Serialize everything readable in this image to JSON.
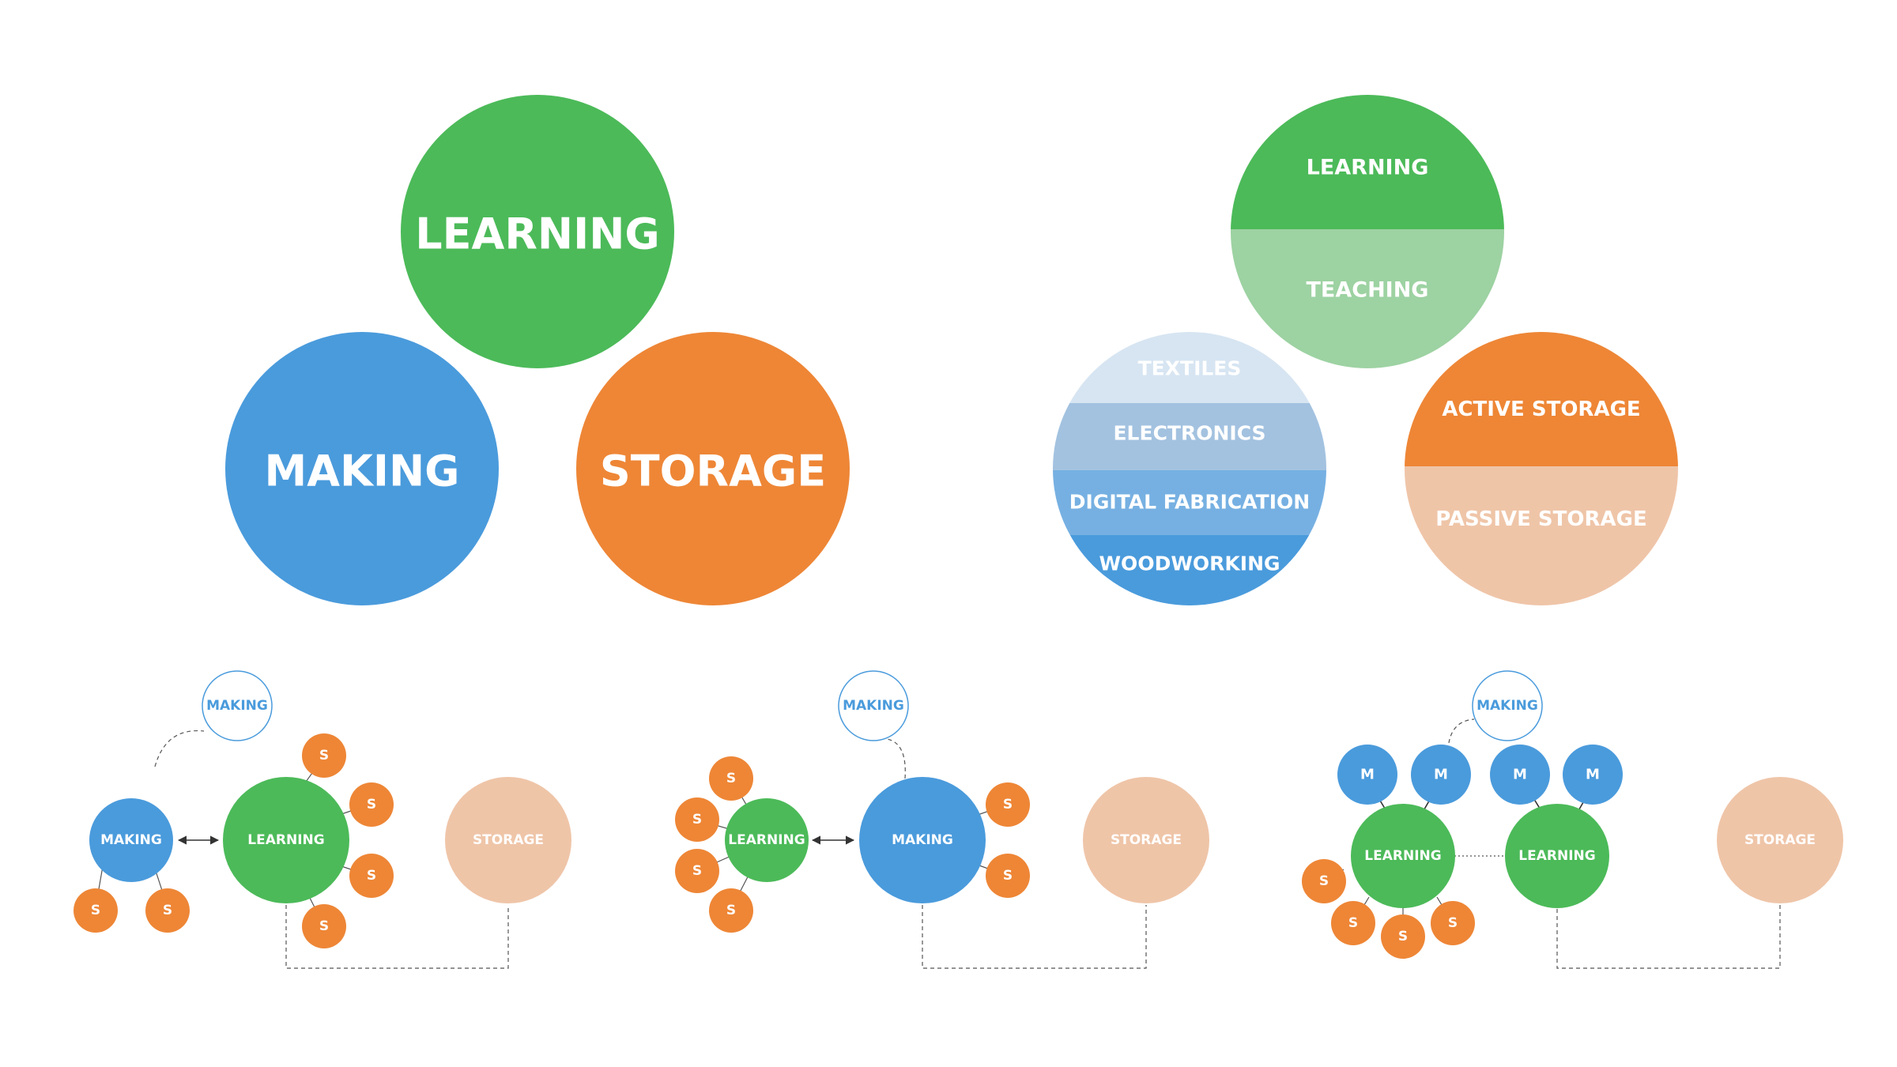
{
  "colors": {
    "learning": "#4cba59",
    "teaching": "#9dd2a2",
    "making": "#4a9bdc",
    "making_electronics": "#a3c2e0",
    "making_textiles": "#d7e5f2",
    "making_digital": "#76b0e2",
    "storage": "#ee8636",
    "storage_light": "#efc5a8",
    "connector": "#555555",
    "ring_text": "#4a9bdc"
  },
  "venn": {
    "learning": "LEARNING",
    "making": "MAKING",
    "storage": "STORAGE"
  },
  "detail": {
    "learning_top": "LEARNING",
    "learning_bottom": "TEACHING",
    "making_layers": [
      "TEXTILES",
      "ELECTRONICS",
      "DIGITAL FABRICATION",
      "WOODWORKING"
    ],
    "storage_top": "ACTIVE STORAGE",
    "storage_bottom": "PASSIVE STORAGE"
  },
  "configs": {
    "making": "MAKING",
    "learning": "LEARNING",
    "storage": "STORAGE",
    "storage_unit": "S",
    "making_unit": "M"
  }
}
